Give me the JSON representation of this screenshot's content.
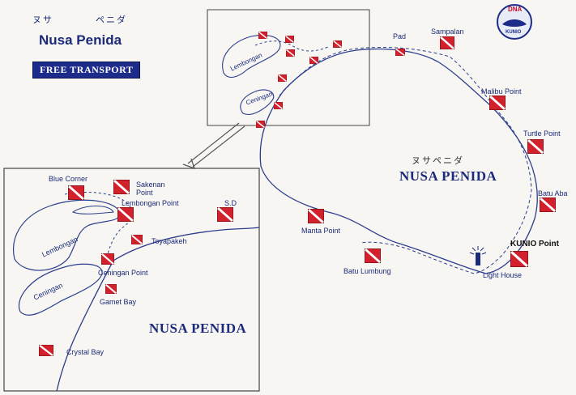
{
  "header": {
    "kana_left": "ヌサ",
    "kana_right": "ペニダ",
    "title": "Nusa Penida",
    "transport_badge": "FREE TRANSPORT"
  },
  "logo": {
    "top_text": "DNA",
    "bottom_text": "KUNIO"
  },
  "main_map": {
    "island_kana": "ヌサペニダ",
    "island_name": "NUSA PENIDA",
    "inset_islands": {
      "lembongan": "Lembongan",
      "ceningan": "Ceningan"
    },
    "sites": [
      {
        "label": "Pad"
      },
      {
        "label": "Sampalan"
      },
      {
        "label": "Malibu Point"
      },
      {
        "label": "Turtle Point"
      },
      {
        "label": "Batu Aba"
      },
      {
        "label": "KUNIO Point"
      },
      {
        "label": "Light House"
      },
      {
        "label": "Batu Lumbung"
      },
      {
        "label": "Manta Point"
      }
    ]
  },
  "detail_map": {
    "island_name": "NUSA PENIDA",
    "lembongan": "Lembongan",
    "ceningan": "Ceningan",
    "sites": [
      {
        "label": "Blue Corner"
      },
      {
        "label": "Sakenan Point"
      },
      {
        "label": "Lembongan Point"
      },
      {
        "label": "S.D"
      },
      {
        "label": "Toyapakeh"
      },
      {
        "label": "Ceningan Point"
      },
      {
        "label": "Gamet Bay"
      },
      {
        "label": "Crystal Bay"
      }
    ]
  },
  "colors": {
    "ink": "#1b2a7a",
    "flag_red": "#d2202c",
    "coast": "#2c3d8c"
  }
}
